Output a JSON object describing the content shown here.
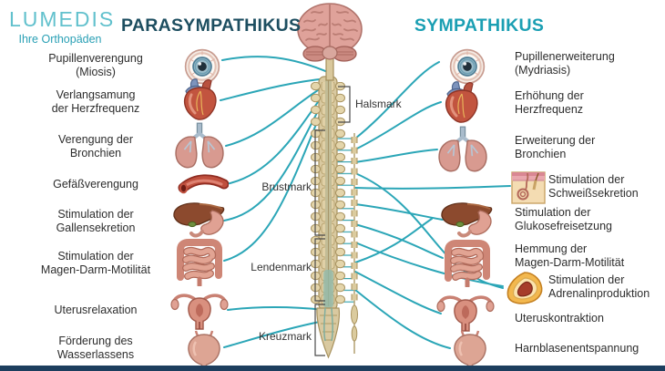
{
  "logo": {
    "name": "LUMEDIS",
    "tagline": "Ihre Orthopäden"
  },
  "headers": {
    "parasympathikus": "PARASYMPATHIKUS",
    "sympathikus": "SYMPATHIKUS"
  },
  "spine": {
    "sections": {
      "halsmark": "Halsmark",
      "brustmark": "Brustmark",
      "lendenmark": "Lendenmark",
      "kreuzmark": "Kreuzmark"
    }
  },
  "parasympathikus_effects": {
    "items": [
      {
        "organ": "eye",
        "label": "Pupillenverengung\n(Miosis)"
      },
      {
        "organ": "heart",
        "label": "Verlangsamung\nder Herzfrequenz"
      },
      {
        "organ": "lungs",
        "label": "Verengung der\nBronchien"
      },
      {
        "organ": "blood-vessel",
        "label": "Gefäßverengung"
      },
      {
        "organ": "liver-stomach",
        "label": "Stimulation der\nGallensekretion"
      },
      {
        "organ": "intestines",
        "label": "Stimulation der\nMagen-Darm-Motilität"
      },
      {
        "organ": "uterus",
        "label": "Uterusrelaxation"
      },
      {
        "organ": "bladder",
        "label": "Förderung des\nWasserlassens"
      }
    ]
  },
  "sympathikus_effects": {
    "items": [
      {
        "organ": "eye",
        "label": "Pupillenerweiterung\n(Mydriasis)"
      },
      {
        "organ": "heart",
        "label": "Erhöhung der\nHerzfrequenz"
      },
      {
        "organ": "lungs",
        "label": "Erweiterung der\nBronchien"
      },
      {
        "organ": "skin-sweat-gland",
        "label": "Stimulation der\nSchweißsekretion"
      },
      {
        "organ": "liver-stomach",
        "label": "Stimulation der\nGlukosefreisetzung"
      },
      {
        "organ": "intestines",
        "label": "Hemmung der\nMagen-Darm-Motilität"
      },
      {
        "organ": "adrenal-gland",
        "label": "Stimulation der\nAdrenalinproduktion"
      },
      {
        "organ": "uterus",
        "label": "Uteruskontraktion"
      },
      {
        "organ": "bladder",
        "label": "Harnblasenentspannung"
      }
    ]
  },
  "colors": {
    "parasympathikus_header": "#1d4e60",
    "sympathikus_header": "#1b9fb3",
    "nerve_line": "#2ba6b7",
    "logo": "#62c1cd",
    "logo_tagline": "#2aa0b5",
    "bottom_bar": "#1d3e5e"
  }
}
